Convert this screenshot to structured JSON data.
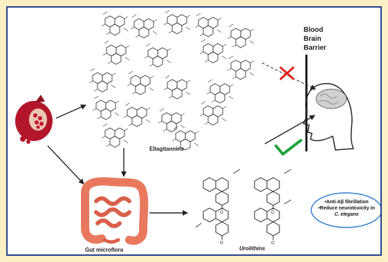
{
  "labels": {
    "blood_brain_barrier": [
      "Blood",
      "Brain",
      "Barrier"
    ],
    "ellagitannins": "Ellagitannins",
    "gut_microflora": "Gut microflora",
    "urolithins": "Urolithins"
  },
  "effects": {
    "line1": "•Anti-Aβ fibrillation",
    "line2": "•Reduce neurotoxicity in",
    "line3": "C. elegans"
  },
  "colors": {
    "background": "#FBEFC6",
    "border": "#1F3E8A",
    "cross": "#E0201A",
    "check": "#1FA33A",
    "ellipse": "#2E7FD0",
    "pomegranate": "#B3162B",
    "intestine": "#E8795E"
  },
  "icons": [
    "pomegranate-icon",
    "intestine-icon",
    "brain-head-icon",
    "cross-mark-icon",
    "check-mark-icon"
  ]
}
